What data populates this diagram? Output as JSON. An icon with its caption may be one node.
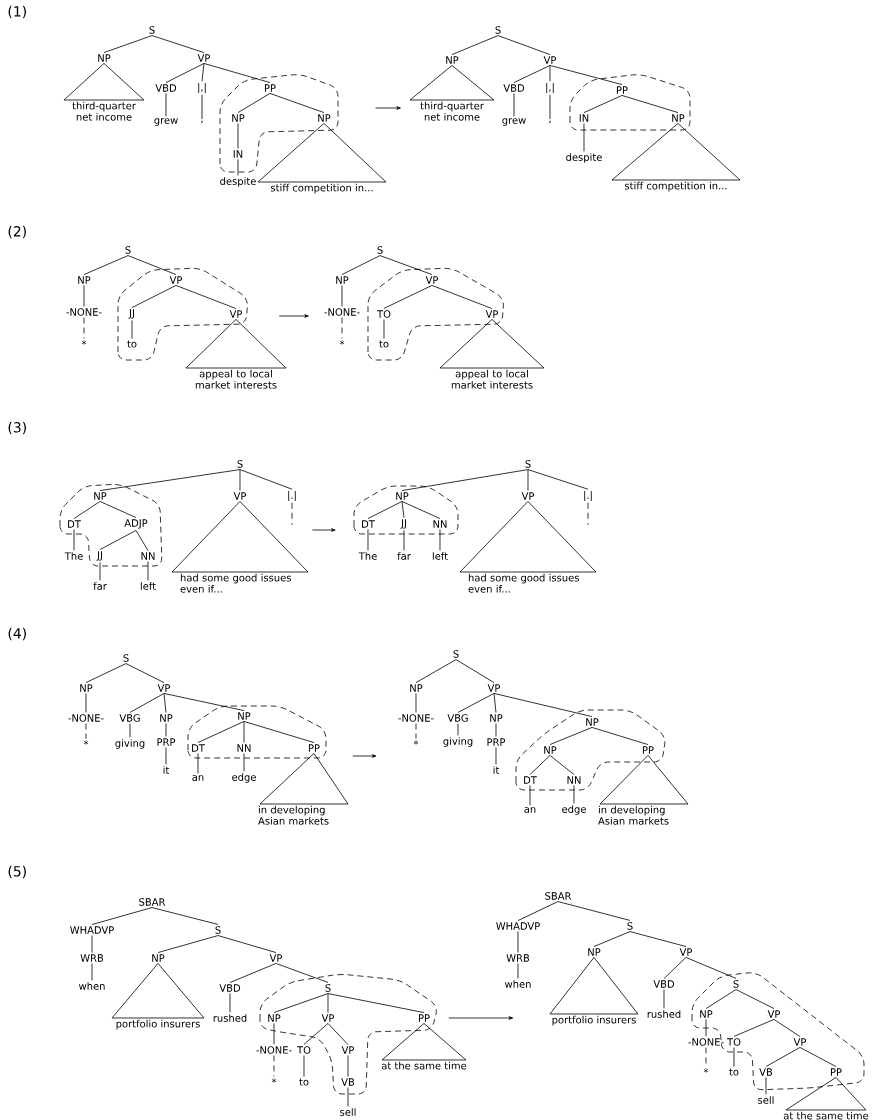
{
  "diagram": {
    "nodes": [
      {
        "text": [
          "S"
        ]
      },
      {
        "text": [
          "NP"
        ]
      },
      {
        "text": [
          "VP"
        ]
      },
      {
        "text": [
          "third-quarter net income"
        ]
      },
      {
        "text": [
          "VBD"
        ]
      },
      {
        "text": [
          "|,|"
        ]
      },
      {
        "text": [
          "PP"
        ]
      },
      {
        "text": [
          "grew"
        ]
      },
      {
        "text": [
          ","
        ]
      },
      {
        "text": [
          "NP"
        ]
      },
      {
        "text": [
          "NP"
        ]
      },
      {
        "text": [
          "IN"
        ]
      },
      {
        "text": [
          "despite"
        ]
      },
      {
        "text": [
          "stiff competition in..."
        ]
      },
      {
        "text": [
          "S"
        ]
      },
      {
        "text": [
          "NP"
        ]
      },
      {
        "text": [
          "VP"
        ]
      },
      {
        "text": [
          "third-quarter net income"
        ]
      },
      {
        "text": [
          "VBD"
        ]
      },
      {
        "text": [
          "|,|"
        ]
      },
      {
        "text": [
          "PP"
        ]
      },
      {
        "text": [
          "grew"
        ]
      },
      {
        "text": [
          ","
        ]
      },
      {
        "text": [
          "IN"
        ]
      },
      {
        "text": [
          "NP"
        ]
      },
      {
        "text": [
          "despite"
        ]
      },
      {
        "text": [
          "stiff competition in..."
        ]
      },
      {
        "text": [
          "S"
        ]
      },
      {
        "text": [
          "NP"
        ]
      },
      {
        "text": [
          "VP"
        ]
      },
      {
        "text": [
          "-NONE-"
        ]
      },
      {
        "text": [
          "JJ"
        ]
      },
      {
        "text": [
          "VP"
        ]
      },
      {
        "text": [
          "*"
        ]
      },
      {
        "text": [
          "to"
        ]
      },
      {
        "text": [
          "appeal to local market interests"
        ]
      },
      {
        "text": [
          "S"
        ]
      },
      {
        "text": [
          "NP"
        ]
      },
      {
        "text": [
          "VP"
        ]
      },
      {
        "text": [
          "-NONE-"
        ]
      },
      {
        "text": [
          "TO"
        ]
      },
      {
        "text": [
          "VP"
        ]
      },
      {
        "text": [
          "*"
        ]
      },
      {
        "text": [
          "to"
        ]
      },
      {
        "text": [
          "appeal to local market interests"
        ]
      },
      {
        "text": [
          "S"
        ]
      },
      {
        "text": [
          "NP"
        ]
      },
      {
        "text": [
          "VP"
        ]
      },
      {
        "text": [
          "|.|"
        ]
      },
      {
        "text": [
          "DT"
        ]
      },
      {
        "text": [
          "ADJP"
        ]
      },
      {
        "text": [
          "."
        ]
      },
      {
        "text": [
          "The"
        ]
      },
      {
        "text": [
          "JJ"
        ]
      },
      {
        "text": [
          "NN"
        ]
      },
      {
        "text": [
          "had some good issues even if..."
        ]
      },
      {
        "text": [
          "far"
        ]
      },
      {
        "text": [
          "left"
        ]
      },
      {
        "text": [
          "S"
        ]
      },
      {
        "text": [
          "NP"
        ]
      },
      {
        "text": [
          "VP"
        ]
      },
      {
        "text": [
          "|.|"
        ]
      },
      {
        "text": [
          "DT"
        ]
      },
      {
        "text": [
          "JJ"
        ]
      },
      {
        "text": [
          "NN"
        ]
      },
      {
        "text": [
          "."
        ]
      },
      {
        "text": [
          "The"
        ]
      },
      {
        "text": [
          "far"
        ]
      },
      {
        "text": [
          "left"
        ]
      },
      {
        "text": [
          "had some good issues even if..."
        ]
      },
      {
        "text": [
          "S"
        ]
      },
      {
        "text": [
          "NP"
        ]
      },
      {
        "text": [
          "VP"
        ]
      },
      {
        "text": [
          "-NONE-"
        ]
      },
      {
        "text": [
          "VBG"
        ]
      },
      {
        "text": [
          "NP"
        ]
      },
      {
        "text": [
          "NP"
        ]
      },
      {
        "text": [
          "*"
        ]
      },
      {
        "text": [
          "giving"
        ]
      },
      {
        "text": [
          "PRP"
        ]
      },
      {
        "text": [
          "DT"
        ]
      },
      {
        "text": [
          "NN"
        ]
      },
      {
        "text": [
          "PP"
        ]
      },
      {
        "text": [
          "it"
        ]
      },
      {
        "text": [
          "an"
        ]
      },
      {
        "text": [
          "edge"
        ]
      },
      {
        "text": [
          "in developing Asian markets"
        ]
      },
      {
        "text": [
          "S"
        ]
      },
      {
        "text": [
          "NP"
        ]
      },
      {
        "text": [
          "VP"
        ]
      },
      {
        "text": [
          "-NONE-"
        ]
      },
      {
        "text": [
          "VBG"
        ]
      },
      {
        "text": [
          "NP"
        ]
      },
      {
        "text": [
          "NP"
        ]
      },
      {
        "text": [
          "*"
        ]
      },
      {
        "text": [
          "giving"
        ]
      },
      {
        "text": [
          "PRP"
        ]
      },
      {
        "text": [
          "NP"
        ]
      },
      {
        "text": [
          "PP"
        ]
      },
      {
        "text": [
          "it"
        ]
      },
      {
        "text": [
          "DT"
        ]
      },
      {
        "text": [
          "NN"
        ]
      },
      {
        "text": [
          "an"
        ]
      },
      {
        "text": [
          "edge"
        ]
      },
      {
        "text": [
          "in developing Asian markets"
        ]
      },
      {
        "text": [
          "SBAR"
        ]
      },
      {
        "text": [
          "WHADVP"
        ]
      },
      {
        "text": [
          "S"
        ]
      },
      {
        "text": [
          "WRB"
        ]
      },
      {
        "text": [
          "NP"
        ]
      },
      {
        "text": [
          "VP"
        ]
      },
      {
        "text": [
          "when"
        ]
      },
      {
        "text": [
          "VBD"
        ]
      },
      {
        "text": [
          "S"
        ]
      },
      {
        "text": [
          "portfolio insurers"
        ]
      },
      {
        "text": [
          "rushed"
        ]
      },
      {
        "text": [
          "NP"
        ]
      },
      {
        "text": [
          "VP"
        ]
      },
      {
        "text": [
          "PP"
        ]
      },
      {
        "text": [
          "-NONE-"
        ]
      },
      {
        "text": [
          "TO"
        ]
      },
      {
        "text": [
          "VP"
        ]
      },
      {
        "text": [
          "at the same time"
        ]
      },
      {
        "text": [
          "*"
        ]
      },
      {
        "text": [
          "to"
        ]
      },
      {
        "text": [
          "VB"
        ]
      },
      {
        "text": [
          "sell"
        ]
      },
      {
        "text": [
          "SBAR"
        ]
      },
      {
        "text": [
          "WHADVP"
        ]
      },
      {
        "text": [
          "S"
        ]
      },
      {
        "text": [
          "WRB"
        ]
      },
      {
        "text": [
          "NP"
        ]
      },
      {
        "text": [
          "VP"
        ]
      },
      {
        "text": [
          "when"
        ]
      },
      {
        "text": [
          "VBD"
        ]
      },
      {
        "text": [
          "S"
        ]
      },
      {
        "text": [
          "portfolio insurers"
        ]
      },
      {
        "text": [
          "rushed"
        ]
      },
      {
        "text": [
          "NP"
        ]
      },
      {
        "text": [
          "VP"
        ]
      },
      {
        "text": [
          "-NONE-"
        ]
      },
      {
        "text": [
          "TO"
        ]
      },
      {
        "text": [
          "VP"
        ]
      },
      {
        "text": [
          "*"
        ]
      },
      {
        "text": [
          "to"
        ]
      },
      {
        "text": [
          "VB"
        ]
      },
      {
        "text": [
          "PP"
        ]
      },
      {
        "text": [
          "sell"
        ]
      },
      {
        "text": [
          "at the same time"
        ]
      }
    ],
    "edges": [
      {
        "from": 0,
        "to": 1,
        "arrow": "none"
      },
      {
        "from": 0,
        "to": 2,
        "arrow": "none"
      },
      {
        "from": 1,
        "to": 3,
        "arrow": "none"
      },
      {
        "from": 2,
        "to": 4,
        "arrow": "none"
      },
      {
        "from": 2,
        "to": 5,
        "arrow": "none"
      },
      {
        "from": 2,
        "to": 6,
        "arrow": "none"
      },
      {
        "from": 4,
        "to": 7,
        "arrow": "none"
      },
      {
        "from": 5,
        "to": 8,
        "arrow": "none"
      },
      {
        "from": 6,
        "to": 9,
        "arrow": "none"
      },
      {
        "from": 6,
        "to": 10,
        "arrow": "none"
      },
      {
        "from": 9,
        "to": 11,
        "arrow": "none"
      },
      {
        "from": 11,
        "to": 12,
        "arrow": "none"
      },
      {
        "from": 10,
        "to": 13,
        "arrow": "none"
      },
      {
        "from": 14,
        "to": 15,
        "arrow": "none"
      },
      {
        "from": 14,
        "to": 16,
        "arrow": "none"
      },
      {
        "from": 15,
        "to": 17,
        "arrow": "none"
      },
      {
        "from": 16,
        "to": 18,
        "arrow": "none"
      },
      {
        "from": 16,
        "to": 19,
        "arrow": "none"
      },
      {
        "from": 16,
        "to": 20,
        "arrow": "none"
      },
      {
        "from": 18,
        "to": 21,
        "arrow": "none"
      },
      {
        "from": 19,
        "to": 22,
        "arrow": "none"
      },
      {
        "from": 20,
        "to": 23,
        "arrow": "none"
      },
      {
        "from": 20,
        "to": 24,
        "arrow": "none"
      },
      {
        "from": 23,
        "to": 25,
        "arrow": "none"
      },
      {
        "from": 24,
        "to": 26,
        "arrow": "none"
      },
      {
        "from": 27,
        "to": 28,
        "arrow": "none"
      },
      {
        "from": 27,
        "to": 29,
        "arrow": "none"
      },
      {
        "from": 28,
        "to": 30,
        "arrow": "none"
      },
      {
        "from": 30,
        "to": 33,
        "arrow": "none",
        "style": "dashed"
      },
      {
        "from": 29,
        "to": 31,
        "arrow": "none"
      },
      {
        "from": 29,
        "to": 32,
        "arrow": "none"
      },
      {
        "from": 31,
        "to": 34,
        "arrow": "none"
      },
      {
        "from": 32,
        "to": 35,
        "arrow": "none"
      },
      {
        "from": 36,
        "to": 37,
        "arrow": "none"
      },
      {
        "from": 36,
        "to": 38,
        "arrow": "none"
      },
      {
        "from": 37,
        "to": 39,
        "arrow": "none"
      },
      {
        "from": 39,
        "to": 42,
        "arrow": "none",
        "style": "dashed"
      },
      {
        "from": 38,
        "to": 40,
        "arrow": "none"
      },
      {
        "from": 38,
        "to": 41,
        "arrow": "none"
      },
      {
        "from": 40,
        "to": 43,
        "arrow": "none"
      },
      {
        "from": 41,
        "to": 44,
        "arrow": "none"
      },
      {
        "from": 45,
        "to": 46,
        "arrow": "none"
      },
      {
        "from": 45,
        "to": 47,
        "arrow": "none"
      },
      {
        "from": 45,
        "to": 48,
        "arrow": "none"
      },
      {
        "from": 46,
        "to": 49,
        "arrow": "none"
      },
      {
        "from": 46,
        "to": 50,
        "arrow": "none"
      },
      {
        "from": 48,
        "to": 51,
        "arrow": "none",
        "style": "dashed"
      },
      {
        "from": 49,
        "to": 52,
        "arrow": "none"
      },
      {
        "from": 50,
        "to": 53,
        "arrow": "none"
      },
      {
        "from": 50,
        "to": 54,
        "arrow": "none"
      },
      {
        "from": 47,
        "to": 55,
        "arrow": "none"
      },
      {
        "from": 53,
        "to": 56,
        "arrow": "none"
      },
      {
        "from": 54,
        "to": 57,
        "arrow": "none"
      },
      {
        "from": 58,
        "to": 59,
        "arrow": "none"
      },
      {
        "from": 58,
        "to": 60,
        "arrow": "none"
      },
      {
        "from": 58,
        "to": 61,
        "arrow": "none"
      },
      {
        "from": 59,
        "to": 62,
        "arrow": "none"
      },
      {
        "from": 59,
        "to": 63,
        "arrow": "none"
      },
      {
        "from": 59,
        "to": 64,
        "arrow": "none"
      },
      {
        "from": 61,
        "to": 65,
        "arrow": "none",
        "style": "dashed"
      },
      {
        "from": 62,
        "to": 66,
        "arrow": "none"
      },
      {
        "from": 63,
        "to": 67,
        "arrow": "none"
      },
      {
        "from": 64,
        "to": 68,
        "arrow": "none"
      },
      {
        "from": 60,
        "to": 69,
        "arrow": "none"
      },
      {
        "from": 70,
        "to": 71,
        "arrow": "none"
      },
      {
        "from": 70,
        "to": 72,
        "arrow": "none"
      },
      {
        "from": 71,
        "to": 73,
        "arrow": "none"
      },
      {
        "from": 72,
        "to": 74,
        "arrow": "none"
      },
      {
        "from": 72,
        "to": 75,
        "arrow": "none"
      },
      {
        "from": 72,
        "to": 76,
        "arrow": "none"
      },
      {
        "from": 73,
        "to": 77,
        "arrow": "none",
        "style": "dashed"
      },
      {
        "from": 74,
        "to": 78,
        "arrow": "none"
      },
      {
        "from": 75,
        "to": 79,
        "arrow": "none"
      },
      {
        "from": 76,
        "to": 80,
        "arrow": "none"
      },
      {
        "from": 76,
        "to": 81,
        "arrow": "none"
      },
      {
        "from": 76,
        "to": 82,
        "arrow": "none"
      },
      {
        "from": 79,
        "to": 83,
        "arrow": "none"
      },
      {
        "from": 80,
        "to": 84,
        "arrow": "none"
      },
      {
        "from": 81,
        "to": 85,
        "arrow": "none"
      },
      {
        "from": 82,
        "to": 86,
        "arrow": "none"
      },
      {
        "from": 87,
        "to": 88,
        "arrow": "none"
      },
      {
        "from": 87,
        "to": 89,
        "arrow": "none"
      },
      {
        "from": 88,
        "to": 90,
        "arrow": "none"
      },
      {
        "from": 89,
        "to": 91,
        "arrow": "none"
      },
      {
        "from": 89,
        "to": 92,
        "arrow": "none"
      },
      {
        "from": 89,
        "to": 93,
        "arrow": "none"
      },
      {
        "from": 90,
        "to": 94,
        "arrow": "none",
        "style": "dashed"
      },
      {
        "from": 91,
        "to": 95,
        "arrow": "none"
      },
      {
        "from": 92,
        "to": 96,
        "arrow": "none"
      },
      {
        "from": 93,
        "to": 97,
        "arrow": "none"
      },
      {
        "from": 93,
        "to": 98,
        "arrow": "none"
      },
      {
        "from": 96,
        "to": 99,
        "arrow": "none"
      },
      {
        "from": 97,
        "to": 100,
        "arrow": "none"
      },
      {
        "from": 97,
        "to": 101,
        "arrow": "none"
      },
      {
        "from": 100,
        "to": 102,
        "arrow": "none"
      },
      {
        "from": 101,
        "to": 103,
        "arrow": "none"
      },
      {
        "from": 98,
        "to": 104,
        "arrow": "none"
      },
      {
        "from": 105,
        "to": 106,
        "arrow": "none"
      },
      {
        "from": 105,
        "to": 107,
        "arrow": "none"
      },
      {
        "from": 106,
        "to": 108,
        "arrow": "none"
      },
      {
        "from": 107,
        "to": 109,
        "arrow": "none"
      },
      {
        "from": 107,
        "to": 110,
        "arrow": "none"
      },
      {
        "from": 108,
        "to": 111,
        "arrow": "none"
      },
      {
        "from": 110,
        "to": 112,
        "arrow": "none"
      },
      {
        "from": 110,
        "to": 113,
        "arrow": "none"
      },
      {
        "from": 109,
        "to": 114,
        "arrow": "none"
      },
      {
        "from": 112,
        "to": 115,
        "arrow": "none"
      },
      {
        "from": 113,
        "to": 116,
        "arrow": "none"
      },
      {
        "from": 113,
        "to": 117,
        "arrow": "none"
      },
      {
        "from": 113,
        "to": 118,
        "arrow": "none"
      },
      {
        "from": 116,
        "to": 119,
        "arrow": "none"
      },
      {
        "from": 117,
        "to": 120,
        "arrow": "none"
      },
      {
        "from": 117,
        "to": 121,
        "arrow": "none"
      },
      {
        "from": 118,
        "to": 122,
        "arrow": "none"
      },
      {
        "from": 119,
        "to": 123,
        "arrow": "none",
        "style": "dashed"
      },
      {
        "from": 120,
        "to": 124,
        "arrow": "none"
      },
      {
        "from": 121,
        "to": 125,
        "arrow": "none"
      },
      {
        "from": 125,
        "to": 126,
        "arrow": "none"
      },
      {
        "from": 127,
        "to": 128,
        "arrow": "none"
      },
      {
        "from": 127,
        "to": 129,
        "arrow": "none"
      },
      {
        "from": 128,
        "to": 130,
        "arrow": "none"
      },
      {
        "from": 129,
        "to": 131,
        "arrow": "none"
      },
      {
        "from": 129,
        "to": 132,
        "arrow": "none"
      },
      {
        "from": 130,
        "to": 133,
        "arrow": "none"
      },
      {
        "from": 132,
        "to": 134,
        "arrow": "none"
      },
      {
        "from": 132,
        "to": 135,
        "arrow": "none"
      },
      {
        "from": 131,
        "to": 136,
        "arrow": "none"
      },
      {
        "from": 134,
        "to": 137,
        "arrow": "none"
      },
      {
        "from": 135,
        "to": 138,
        "arrow": "none"
      },
      {
        "from": 135,
        "to": 139,
        "arrow": "none"
      },
      {
        "from": 138,
        "to": 140,
        "arrow": "none"
      },
      {
        "from": 139,
        "to": 141,
        "arrow": "none"
      },
      {
        "from": 139,
        "to": 142,
        "arrow": "none"
      },
      {
        "from": 140,
        "to": 143,
        "arrow": "none",
        "style": "dashed"
      },
      {
        "from": 141,
        "to": 144,
        "arrow": "none"
      },
      {
        "from": 142,
        "to": 145,
        "arrow": "none"
      },
      {
        "from": 142,
        "to": 146,
        "arrow": "none"
      },
      {
        "from": 145,
        "to": 147,
        "arrow": "none"
      },
      {
        "from": 146,
        "to": 148,
        "arrow": "none"
      },
      {
        "from": 10,
        "to": 17,
        "arrow": "to"
      },
      {
        "from": 32,
        "to": 39,
        "arrow": "to"
      },
      {
        "from": 51,
        "to": 62,
        "arrow": "to"
      },
      {
        "from": 82,
        "to": 94,
        "arrow": "to"
      },
      {
        "from": 118,
        "to": 136,
        "arrow": "to"
      }
    ],
    "labels": [
      "(1)",
      "(2)",
      "(3)",
      "(4)",
      "(5)"
    ]
  }
}
